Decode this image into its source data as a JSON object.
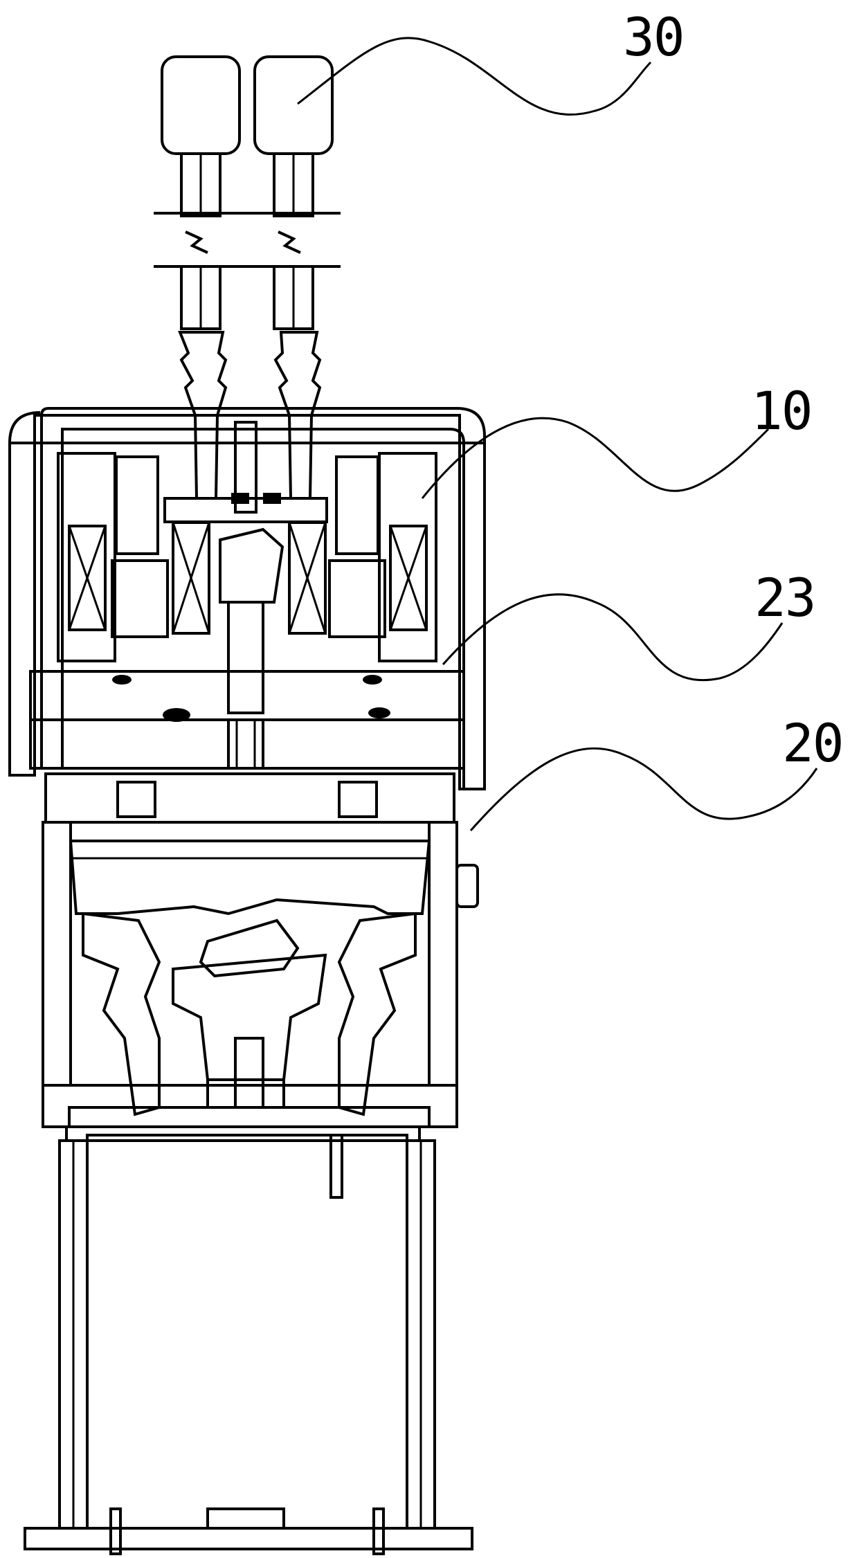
{
  "figure": {
    "labels": [
      {
        "id": "label-30",
        "text": "30"
      },
      {
        "id": "label-10",
        "text": "10"
      },
      {
        "id": "label-23",
        "text": "23"
      },
      {
        "id": "label-20",
        "text": "20"
      }
    ]
  },
  "colors": {
    "line": "#000000",
    "background": "#ffffff"
  }
}
